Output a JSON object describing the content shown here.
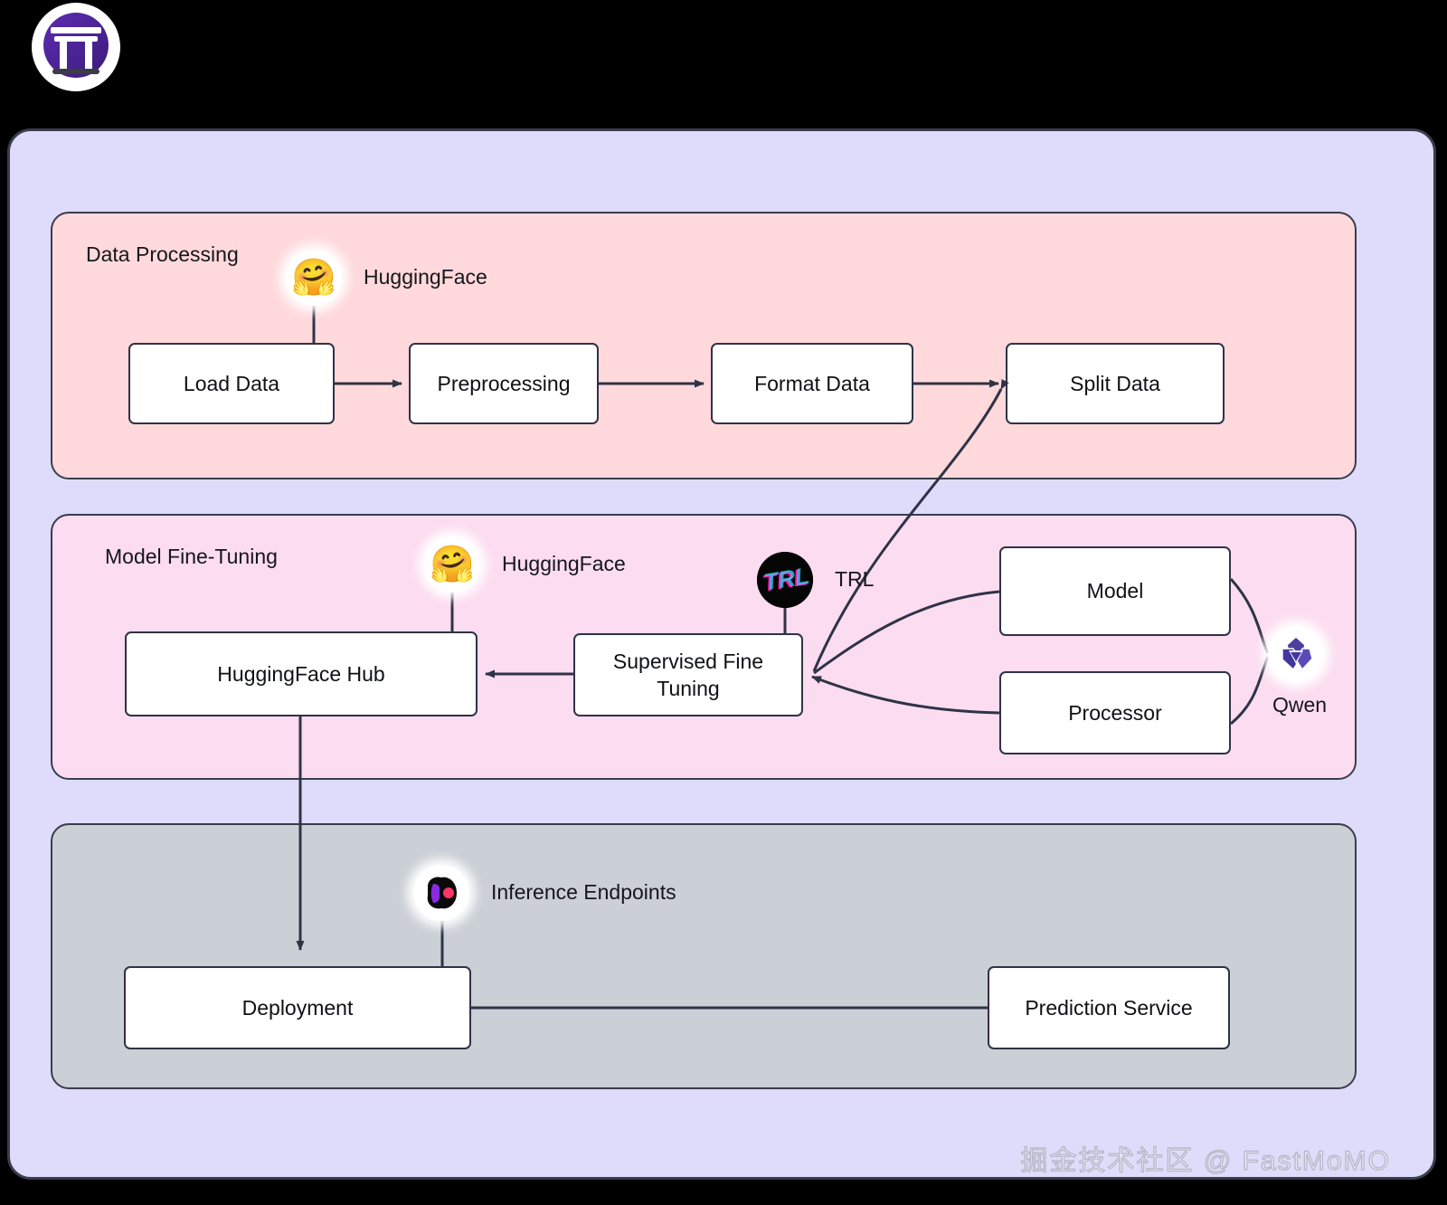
{
  "brand": {
    "icon": "torii-gate-icon",
    "color": "#4B2394"
  },
  "groups": [
    {
      "id": "data",
      "label": "Data Processing",
      "color": "#FFD9DB"
    },
    {
      "id": "finetune",
      "label": "Model Fine-Tuning",
      "color": "#FCDCF0"
    },
    {
      "id": "deploy",
      "label": "",
      "color": "#CBD0D6"
    }
  ],
  "nodes": {
    "load_data": "Load Data",
    "preprocessing": "Preprocessing",
    "format_data": "Format Data",
    "split_data": "Split Data",
    "hf_hub": "HuggingFace Hub",
    "sft": "Supervised Fine\nTuning",
    "sft_line1": "Supervised Fine",
    "sft_line2": "Tuning",
    "model": "Model",
    "processor": "Processor",
    "deployment": "Deployment",
    "prediction_service": "Prediction Service"
  },
  "tech": [
    {
      "id": "hf-data",
      "label": "HuggingFace",
      "icon": "hugging-face-icon"
    },
    {
      "id": "hf-tune",
      "label": "HuggingFace",
      "icon": "hugging-face-icon"
    },
    {
      "id": "trl",
      "label": "TRL",
      "icon": "trl-icon"
    },
    {
      "id": "qwen",
      "label": "Qwen",
      "icon": "qwen-icon"
    },
    {
      "id": "inference",
      "label": "Inference Endpoints",
      "icon": "inference-endpoints-icon"
    }
  ],
  "watermark": "掘金技术社区 @ FastMoMO",
  "colors": {
    "outer_bg": "#DEDCFA",
    "border": "#2F3346",
    "node_bg": "#FFFFFF",
    "edge": "#2F3346"
  }
}
